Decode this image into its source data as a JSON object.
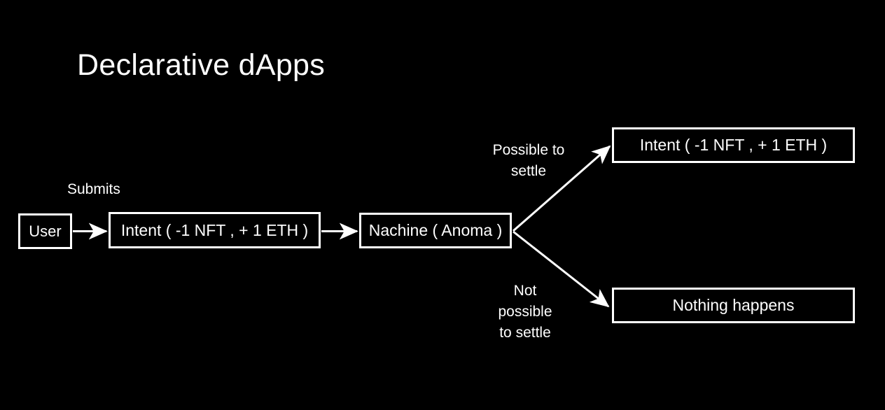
{
  "slide": {
    "title": "Declarative dApps",
    "background_color": "#000000",
    "foreground_color": "#ffffff"
  },
  "diagram": {
    "type": "flowchart",
    "nodes": [
      {
        "id": "user",
        "label": "User"
      },
      {
        "id": "intent-in",
        "label": "Intent ( -1 NFT , + 1 ETH )"
      },
      {
        "id": "machine",
        "label": "Nachine ( Anoma )"
      },
      {
        "id": "intent-out",
        "label": "Intent ( -1 NFT , + 1 ETH )"
      },
      {
        "id": "nothing",
        "label": "Nothing happens"
      }
    ],
    "edges": [
      {
        "from": "user",
        "to": "intent-in",
        "label": "Submits"
      },
      {
        "from": "intent-in",
        "to": "machine",
        "label": ""
      },
      {
        "from": "machine",
        "to": "intent-out",
        "label_lines": [
          "Possible to",
          "settle"
        ]
      },
      {
        "from": "machine",
        "to": "nothing",
        "label_lines": [
          "Not",
          "possible",
          "to settle"
        ]
      }
    ],
    "labels": {
      "submits": "Submits",
      "possible_to_settle": "Possible to\nsettle",
      "possible_to_settle_line1": "Possible to",
      "possible_to_settle_line2": "settle",
      "not_possible_line1": "Not",
      "not_possible_line2": "possible",
      "not_possible_line3": "to settle"
    }
  }
}
